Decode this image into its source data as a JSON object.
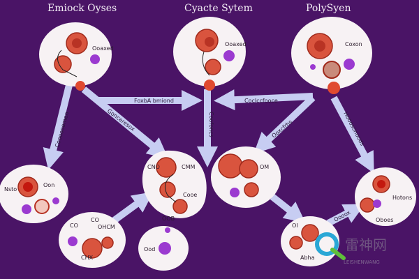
{
  "titles": {
    "left": "Emiock Oyses",
    "center": "Cyacte Sytem",
    "right": "PolySyen"
  },
  "node_labels": {
    "top_left": "Ooaxed",
    "top_right": "Coxon",
    "mid_left_a": "Nsto",
    "mid_left_b": "Oon",
    "mid_center_a": "CNO",
    "mid_center_b": "CMM",
    "mid_center_c": "Cooe",
    "mid_center_d": "OOB",
    "mid_right": "OM",
    "bottom_left_a": "CO",
    "bottom_left_b": "CO",
    "bottom_left_c": "OHCM",
    "bottom_left_d": "CHX",
    "bottom_center": "Ood",
    "bottom_right_a": "OI",
    "bottom_right_b": "Abha",
    "far_right_a": "Hotons",
    "far_right_b": "Oboes"
  },
  "arrow_labels": {
    "top_left": "FoxbA bmiond",
    "top_right": "Coclccfooce",
    "diag_left": "Gonceresox",
    "diag_center": "Coofoncs",
    "diag_right": "Ooxcfrhs",
    "left_vertical": "Coooooomen",
    "right_diag": "Hooosonoods",
    "bottom_right": "Oooox"
  },
  "watermark": {
    "cn": "雷神网",
    "en": "LEISHENWANG"
  },
  "colors": {
    "background": "#4a1466",
    "node": "#f7f2f4",
    "cell_red": "#d9543e",
    "cell_dark": "#b83324",
    "purple_dot": "#9b3ad0",
    "arrow": "#c7cdf2"
  }
}
